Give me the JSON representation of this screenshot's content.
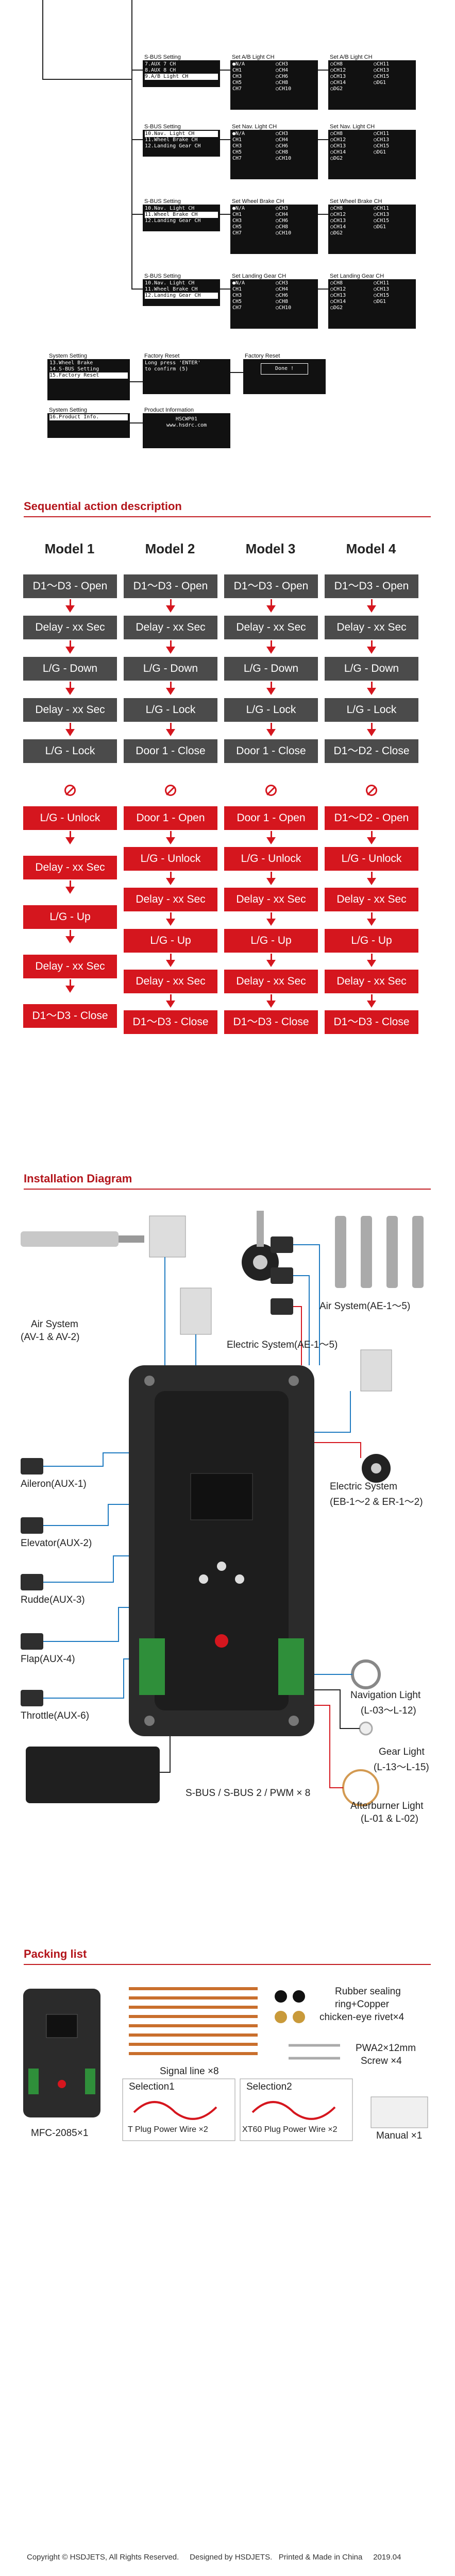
{
  "menu": {
    "sbus_rows": [
      {
        "title": "S-BUS Setting",
        "lines": [
          "7.AUX 7 CH",
          "8.AUX 8 CH",
          "9.A/B Light CH"
        ],
        "sel": 2
      },
      {
        "title": "S-BUS Setting",
        "lines": [
          "10.Nav. Light CH",
          "11.Wheel Brake CH",
          "12.Landing Gear CH"
        ],
        "sel": 0
      },
      {
        "title": "S-BUS Setting",
        "lines": [
          "10.Nav. Light CH",
          "11.Wheel Brake CH",
          "12.Landing Gear CH"
        ],
        "sel": 1
      },
      {
        "title": "S-BUS Setting",
        "lines": [
          "10.Nav. Light CH",
          "11.Wheel Brake CH",
          "12.Landing Gear CH"
        ],
        "sel": 2
      }
    ],
    "set_a": [
      {
        "title": "Set A/B Light CH",
        "left": [
          "●N/A",
          "CH1",
          "CH3",
          "CH5",
          "CH7"
        ],
        "right": [
          "○CH3",
          "○CH4",
          "○CH6",
          "○CH8",
          "○CH10"
        ]
      },
      {
        "title": "Set Nav. Light CH",
        "left": [
          "●N/A",
          "CH1",
          "CH3",
          "CH5",
          "CH7"
        ],
        "right": [
          "○CH3",
          "○CH4",
          "○CH6",
          "○CH8",
          "○CH10"
        ]
      },
      {
        "title": "Set Wheel Brake CH",
        "left": [
          "●N/A",
          "CH1",
          "CH3",
          "CH5",
          "CH7"
        ],
        "right": [
          "○CH3",
          "○CH4",
          "○CH6",
          "○CH8",
          "○CH10"
        ]
      },
      {
        "title": "Set Landing Gear CH",
        "left": [
          "●N/A",
          "CH1",
          "CH3",
          "CH5",
          "CH7"
        ],
        "right": [
          "○CH3",
          "○CH4",
          "○CH6",
          "○CH8",
          "○CH10"
        ]
      }
    ],
    "set_b": [
      {
        "title": "Set A/B Light CH",
        "left": [
          "○CH8",
          "○CH12",
          "○CH13",
          "○CH14",
          "○DG2"
        ],
        "right": [
          "○CH11",
          "○CH13",
          "○CH15",
          "○DG1",
          ""
        ]
      },
      {
        "title": "Set Nav. Light CH",
        "left": [
          "○CH8",
          "○CH12",
          "○CH13",
          "○CH14",
          "○DG2"
        ],
        "right": [
          "○CH11",
          "○CH13",
          "○CH15",
          "○DG1",
          ""
        ]
      },
      {
        "title": "Set Wheel Brake CH",
        "left": [
          "○CH8",
          "○CH12",
          "○CH13",
          "○CH14",
          "○DG2"
        ],
        "right": [
          "○CH11",
          "○CH13",
          "○CH15",
          "○DG1",
          ""
        ]
      },
      {
        "title": "Set Landing Gear CH",
        "left": [
          "○CH8",
          "○CH12",
          "○CH13",
          "○CH14",
          "○DG2"
        ],
        "right": [
          "○CH11",
          "○CH13",
          "○CH15",
          "○DG1",
          ""
        ]
      }
    ],
    "system_setting": {
      "title": "System Setting",
      "lines": [
        "13.Wheel Brake",
        "14.S-BUS Setting",
        "15.Factory Reset"
      ],
      "sel": 2
    },
    "factory_reset_1": {
      "title": "Factory Reset",
      "lines": [
        "Long press 'ENTER'",
        "to confirm (5)"
      ]
    },
    "factory_reset_2": {
      "title": "Factory Reset",
      "done": "Done !"
    },
    "system_setting_2": {
      "title": "System Setting",
      "lines": [
        "16.Product Info."
      ],
      "sel": 0
    },
    "product_info": {
      "title": "Product Information",
      "lines": [
        "HSCWP01",
        "www.hsdrc.com"
      ]
    }
  },
  "sequence": {
    "title": "Sequential action description",
    "models": [
      {
        "name": "Model 1",
        "steps": [
          {
            "t": "D1～D3 - Open",
            "c": "dark"
          },
          {
            "t": "Delay - xx Sec",
            "c": "dark"
          },
          {
            "t": "L/G - Down",
            "c": "dark"
          },
          {
            "t": "Delay - xx Sec",
            "c": "dark"
          },
          {
            "t": "L/G - Lock",
            "c": "dark"
          }
        ],
        "steps2": [
          {
            "t": "L/G - Unlock",
            "c": "red"
          },
          {
            "t": "Delay - xx Sec",
            "c": "red"
          },
          {
            "t": "L/G - Up",
            "c": "red"
          },
          {
            "t": "Delay - xx Sec",
            "c": "red"
          },
          {
            "t": "D1～D3 - Close",
            "c": "red"
          }
        ]
      },
      {
        "name": "Model 2",
        "steps": [
          {
            "t": "D1～D3 - Open",
            "c": "dark"
          },
          {
            "t": "Delay - xx Sec",
            "c": "dark"
          },
          {
            "t": "L/G - Down",
            "c": "dark"
          },
          {
            "t": "L/G - Lock",
            "c": "dark"
          },
          {
            "t": "Door 1 - Close",
            "c": "dark"
          }
        ],
        "steps2": [
          {
            "t": "Door 1 - Open",
            "c": "red"
          },
          {
            "t": "L/G - Unlock",
            "c": "red"
          },
          {
            "t": "Delay - xx Sec",
            "c": "red"
          },
          {
            "t": "L/G - Up",
            "c": "red"
          },
          {
            "t": "Delay - xx Sec",
            "c": "red"
          },
          {
            "t": "D1～D3 - Close",
            "c": "red"
          }
        ]
      },
      {
        "name": "Model 3",
        "steps": [
          {
            "t": "D1～D3 - Open",
            "c": "dark"
          },
          {
            "t": "Delay - xx Sec",
            "c": "dark"
          },
          {
            "t": "L/G - Down",
            "c": "dark"
          },
          {
            "t": "L/G - Lock",
            "c": "dark"
          },
          {
            "t": "Door 1 - Close",
            "c": "dark"
          }
        ],
        "steps2": [
          {
            "t": "Door 1 - Open",
            "c": "red"
          },
          {
            "t": "L/G - Unlock",
            "c": "red"
          },
          {
            "t": "Delay - xx Sec",
            "c": "red"
          },
          {
            "t": "L/G - Up",
            "c": "red"
          },
          {
            "t": "Delay - xx Sec",
            "c": "red"
          },
          {
            "t": "D1～D3 - Close",
            "c": "red"
          }
        ]
      },
      {
        "name": "Model 4",
        "steps": [
          {
            "t": "D1～D3 - Open",
            "c": "dark"
          },
          {
            "t": "Delay - xx Sec",
            "c": "dark"
          },
          {
            "t": "L/G - Down",
            "c": "dark"
          },
          {
            "t": "L/G - Lock",
            "c": "dark"
          },
          {
            "t": "D1～D2 - Close",
            "c": "dark"
          }
        ],
        "steps2": [
          {
            "t": "D1～D2 - Open",
            "c": "red"
          },
          {
            "t": "L/G - Unlock",
            "c": "red"
          },
          {
            "t": "Delay - xx Sec",
            "c": "red"
          },
          {
            "t": "L/G - Up",
            "c": "red"
          },
          {
            "t": "Delay - xx Sec",
            "c": "red"
          },
          {
            "t": "D1～D3 - Close",
            "c": "red"
          }
        ]
      }
    ]
  },
  "installation": {
    "title": "Installation Diagram",
    "labels": {
      "air_system_a": "Air System",
      "air_system_a2": "(AV-1 & AV-2)",
      "electric_system": "Electric System(AE-1～5)",
      "air_system_b": "Air System(AE-1～5)",
      "aileron": "Aileron(AUX-1)",
      "elevator": "Elevator(AUX-2)",
      "rudder": "Rudde(AUX-3)",
      "flap": "Flap(AUX-4)",
      "throttle": "Throttle(AUX-6)",
      "electric_system_eb": "Electric System",
      "electric_system_eb2": "(EB-1～2 & ER-1～2)",
      "nav_light": "Navigation Light",
      "nav_light2": "(L-03～L-12)",
      "gear_light": "Gear Light",
      "gear_light2": "(L-13～L-15)",
      "afterburner": "Afterburner Light",
      "afterburner2": "(L-01 & L-02)",
      "sbus": "S-BUS / S-BUS 2 / PWM × 8"
    }
  },
  "packing": {
    "title": "Packing list",
    "controller": "MFC-2085×1",
    "signal_line": "Signal line ×8",
    "rubber_1": "Rubber sealing",
    "rubber_2": "ring+Copper",
    "rubber_3": "chicken-eye rivet×4",
    "screw_1": "PWA2×12mm",
    "screw_2": "Screw ×4",
    "selection1": "Selection1",
    "selection2": "Selection2",
    "t_plug": "T Plug Power Wire ×2",
    "xt60": "XT60 Plug Power Wire ×2",
    "manual": "Manual ×1"
  },
  "footer": {
    "copyright": "Copyright © HSDJETS, All Rights Reserved.",
    "designed": "Designed by HSDJETS.",
    "printed": "Printed & Made in China",
    "date": "2019.04"
  },
  "colors": {
    "accent": "#c21b21",
    "dark_step": "#4b4b4b",
    "red_step": "#d5161e"
  }
}
